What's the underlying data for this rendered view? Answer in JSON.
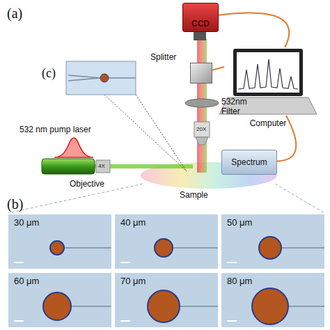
{
  "diagram": {
    "nodes": [
      {
        "text": [
          "CCD"
        ]
      },
      {
        "text": [
          "Splitter"
        ]
      },
      {
        "text": [
          "Computer"
        ]
      },
      {
        "text": [
          "Spectrum"
        ]
      },
      {
        "text": [
          "30 μm"
        ]
      },
      {
        "text": [
          "40 μm"
        ]
      },
      {
        "text": [
          "50 μm"
        ]
      },
      {
        "text": [
          "60 μm"
        ]
      },
      {
        "text": [
          "70 μm"
        ]
      },
      {
        "text": [
          "80 μm"
        ]
      }
    ],
    "edges": [
      {
        "from": 0,
        "to": 2,
        "arrow": "none"
      },
      {
        "from": 1,
        "to": 2,
        "arrow": "none"
      },
      {
        "from": 2,
        "to": 3,
        "arrow": "none"
      }
    ],
    "labels": [
      "(a)",
      "(c)",
      "532nm Filter",
      "20X",
      "532 nm pump laser",
      "4X",
      "Objective",
      "Sample",
      "(b)"
    ]
  }
}
